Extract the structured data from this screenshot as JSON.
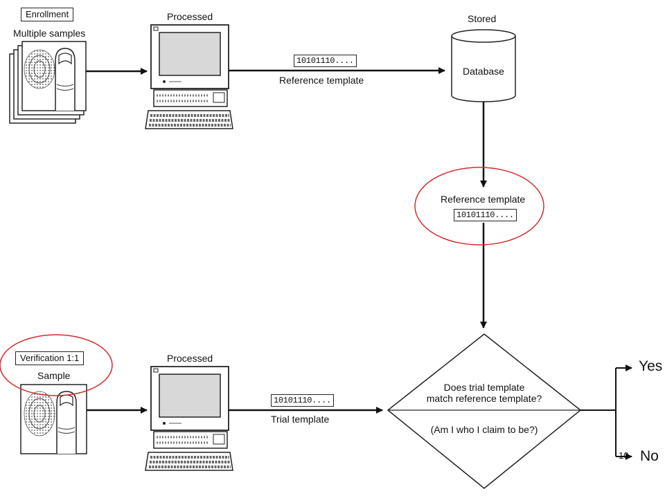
{
  "enrollment": {
    "label": "Enrollment",
    "caption": "Multiple samples",
    "processed": "Processed",
    "code": "10101110....",
    "edge_label": "Reference template"
  },
  "storage": {
    "caption": "Stored",
    "db_label": "Database"
  },
  "reference": {
    "label": "Reference template",
    "code": "10101110...."
  },
  "verification": {
    "label": "Verification 1:1",
    "caption": "Sample",
    "processed": "Processed",
    "code": "10101110....",
    "edge_label": "Trial template"
  },
  "decision": {
    "question_line1": "Does trial template",
    "question_line2": "match reference template?",
    "sub": "(Am I who I claim to be?)",
    "yes": "Yes",
    "no": "No"
  },
  "page_number": "10",
  "colors": {
    "highlight": "#d42a2a",
    "ink": "#1a1a1a"
  }
}
